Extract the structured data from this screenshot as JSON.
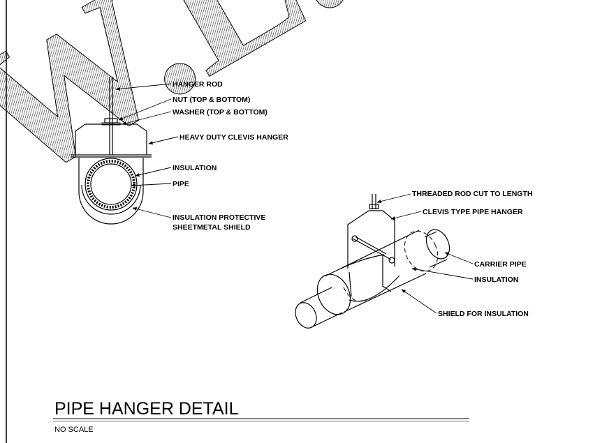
{
  "watermark": {
    "text": "W.L.D."
  },
  "section_detail": {
    "labels": [
      "HANGER ROD",
      "NUT (TOP & BOTTOM)",
      "WASHER (TOP & BOTTOM)",
      "HEAVY DUTY CLEVIS HANGER",
      "INSULATION",
      "PIPE",
      "INSULATION PROTECTIVE",
      "SHEETMETAL SHIELD"
    ]
  },
  "iso_detail": {
    "labels": [
      "THREADED ROD CUT TO LENGTH",
      "CLEVIS TYPE PIPE HANGER",
      "CARRIER PIPE",
      "INSULATION",
      "SHIELD FOR INSULATION"
    ]
  },
  "title_block": {
    "title": "PIPE HANGER DETAIL",
    "scale": "NO SCALE"
  }
}
